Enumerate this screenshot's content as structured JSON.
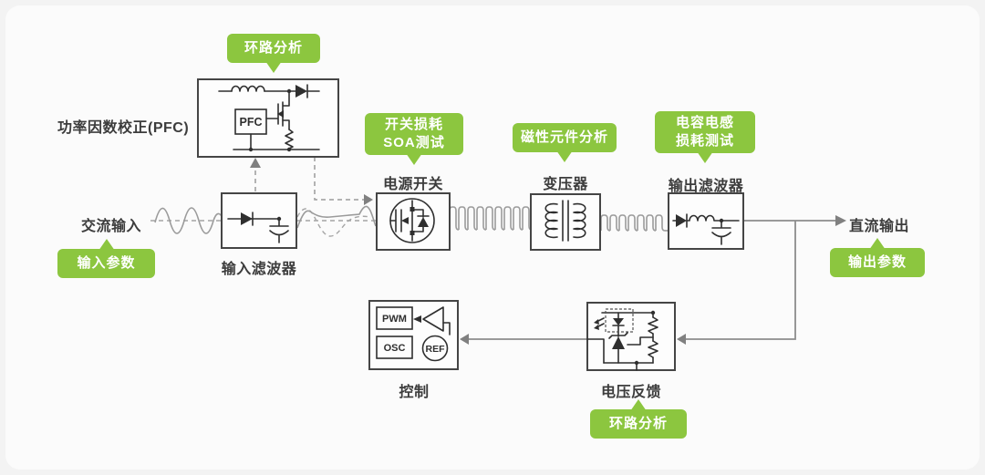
{
  "canvas": {
    "background": "#f3f3f3",
    "accent_green": "#8CC63F",
    "line_gray": "#8c8c8c",
    "text_dark": "#3c3c3c"
  },
  "labels": {
    "pfc_side": "功率因数校正(PFC)",
    "ac_input": "交流输入",
    "input_filter": "输入滤波器",
    "power_switch": "电源开关",
    "transformer": "变压器",
    "output_filter": "输出滤波器",
    "dc_output": "直流输出",
    "control": "控制",
    "voltage_feedback": "电压反馈"
  },
  "chips": {
    "pfc": "PFC",
    "pwm": "PWM",
    "osc": "OSC",
    "ref": "REF"
  },
  "tags": {
    "loop_top": "环路分析",
    "switch_loss": [
      "开关损耗",
      "SOA测试"
    ],
    "magnetic": "磁性元件分析",
    "cap_ind": [
      "电容电感",
      "损耗测试"
    ],
    "input_params": "输入参数",
    "output_params": "输出参数",
    "loop_bottom": "环路分析"
  }
}
